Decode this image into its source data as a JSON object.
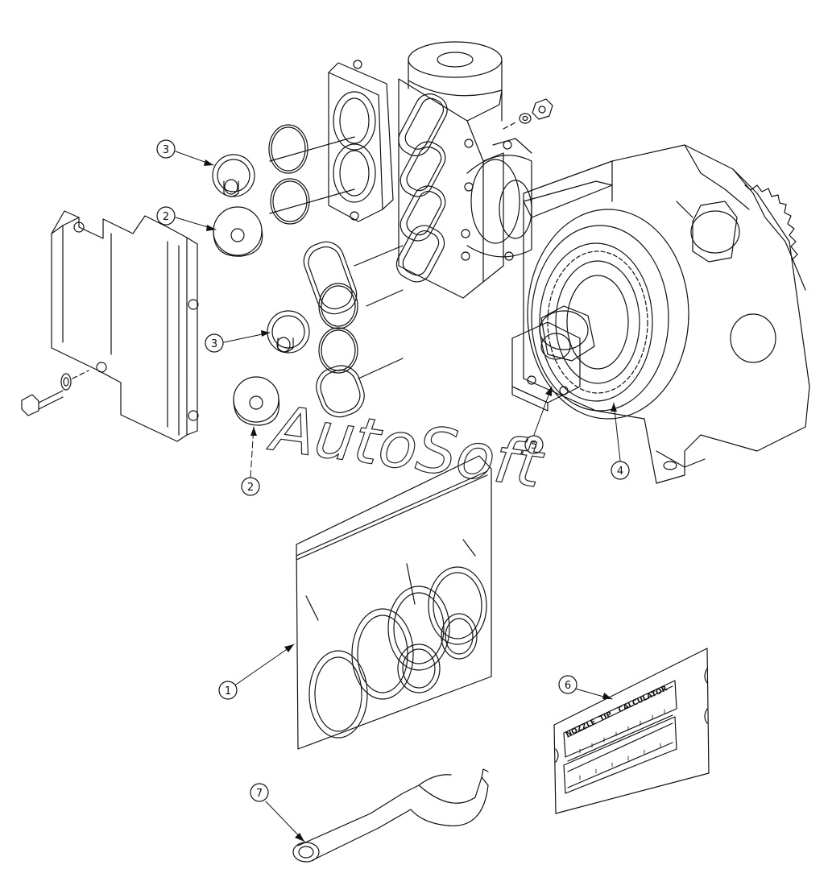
{
  "callouts": [
    {
      "id": "c3a",
      "label": "3"
    },
    {
      "id": "c2a",
      "label": "2"
    },
    {
      "id": "c3b",
      "label": "3"
    },
    {
      "id": "c2b",
      "label": "2"
    },
    {
      "id": "c5",
      "label": "5"
    },
    {
      "id": "c4",
      "label": "4"
    },
    {
      "id": "c1",
      "label": "1"
    },
    {
      "id": "c6",
      "label": "6"
    },
    {
      "id": "c7",
      "label": "7"
    }
  ],
  "watermark": "AutoSoft",
  "calculator_label": {
    "word1": "NOZZLE",
    "word2": "TIP",
    "word3": "CALCULATOR"
  },
  "colors": {
    "line": "#111111",
    "paper": "#ffffff",
    "watermark": "#222222"
  }
}
